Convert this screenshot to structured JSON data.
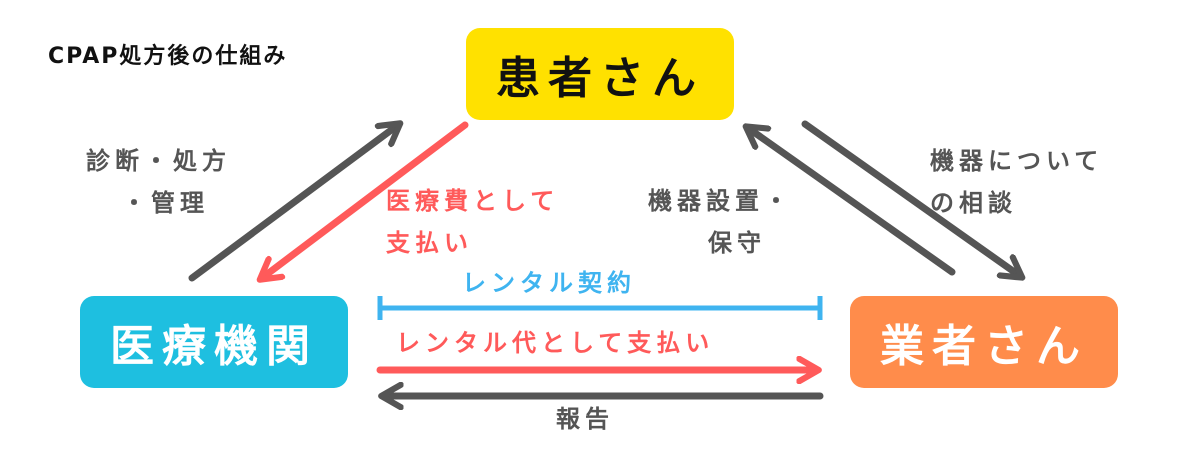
{
  "title": "CPAP処方後の仕組み",
  "nodes": {
    "patient": "患者さん",
    "hospital": "医療機関",
    "vendor": "業者さん"
  },
  "labels": {
    "diagnosis_line1": "診断・処方",
    "diagnosis_line2": "・管理",
    "medical_fee_line1": "医療費として",
    "medical_fee_line2": "支払い",
    "equipment_line1": "機器設置・",
    "equipment_line2": "保守",
    "consult_line1": "機器について",
    "consult_line2": "の相談",
    "rental_contract": "レンタル契約",
    "rental_payment": "レンタル代として支払い",
    "report": "報告"
  },
  "colors": {
    "patient": "#ffe100",
    "hospital": "#1ebfe0",
    "vendor": "#ff8c4b",
    "dark_arrow": "#555555",
    "red_arrow": "#ff5a5a",
    "blue_line": "#3fb4f0"
  }
}
